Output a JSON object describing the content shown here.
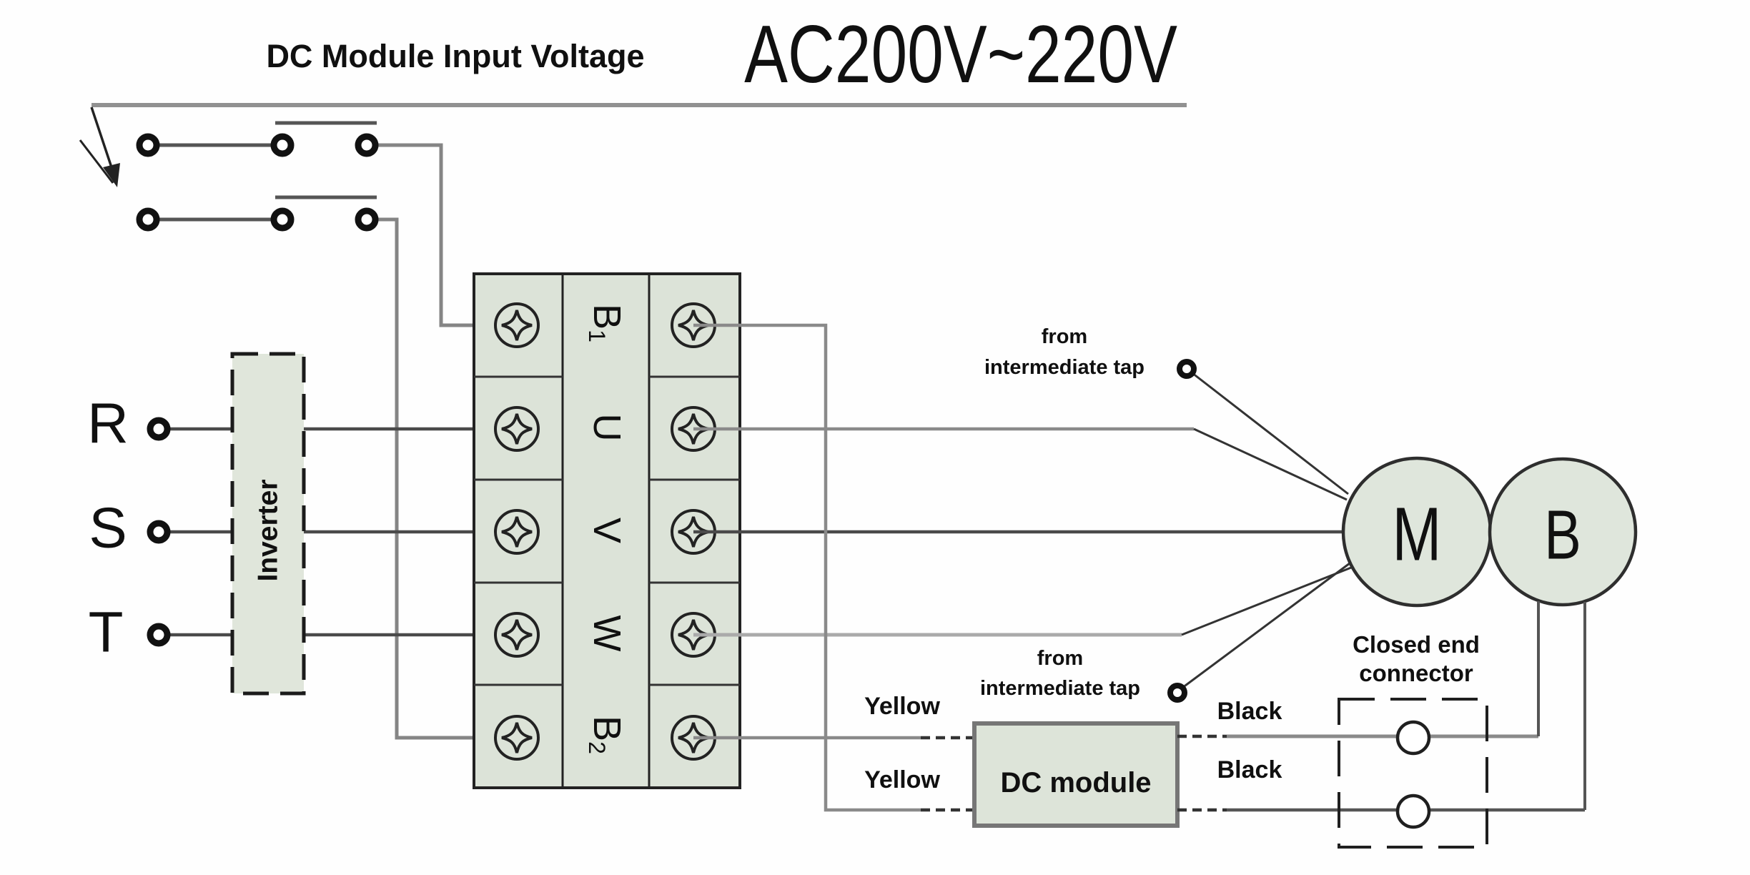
{
  "header": {
    "dc_input_label": "DC Module Input Voltage",
    "ac_voltage_label": "AC200V~220V"
  },
  "phases": {
    "r": "R",
    "s": "S",
    "t": "T"
  },
  "inverter": {
    "label": "Inverter"
  },
  "terminal_block": {
    "rows": [
      {
        "letter": "B",
        "sub": "1"
      },
      {
        "letter": "U",
        "sub": ""
      },
      {
        "letter": "V",
        "sub": ""
      },
      {
        "letter": "W",
        "sub": ""
      },
      {
        "letter": "B",
        "sub": "2"
      }
    ]
  },
  "motor": {
    "label": "M"
  },
  "brake": {
    "label": "B"
  },
  "tap_top": {
    "line1": "from",
    "line2": "intermediate tap"
  },
  "tap_bottom": {
    "line1": "from",
    "line2": "intermediate tap"
  },
  "dc_module": {
    "label": "DC module"
  },
  "closed_end": {
    "line1": "Closed end",
    "line2": "connector"
  },
  "wire_labels": {
    "yellow_top": "Yellow",
    "yellow_bottom": "Yellow",
    "black_top": "Black",
    "black_bottom": "Black"
  },
  "colors": {
    "component_fill": "#dde4d9",
    "inverter_fill": "#e0e6db",
    "wire_gray": "#8a8a8a",
    "wire_dark": "#333333",
    "outline": "#222222",
    "feed_line": "#919191"
  }
}
